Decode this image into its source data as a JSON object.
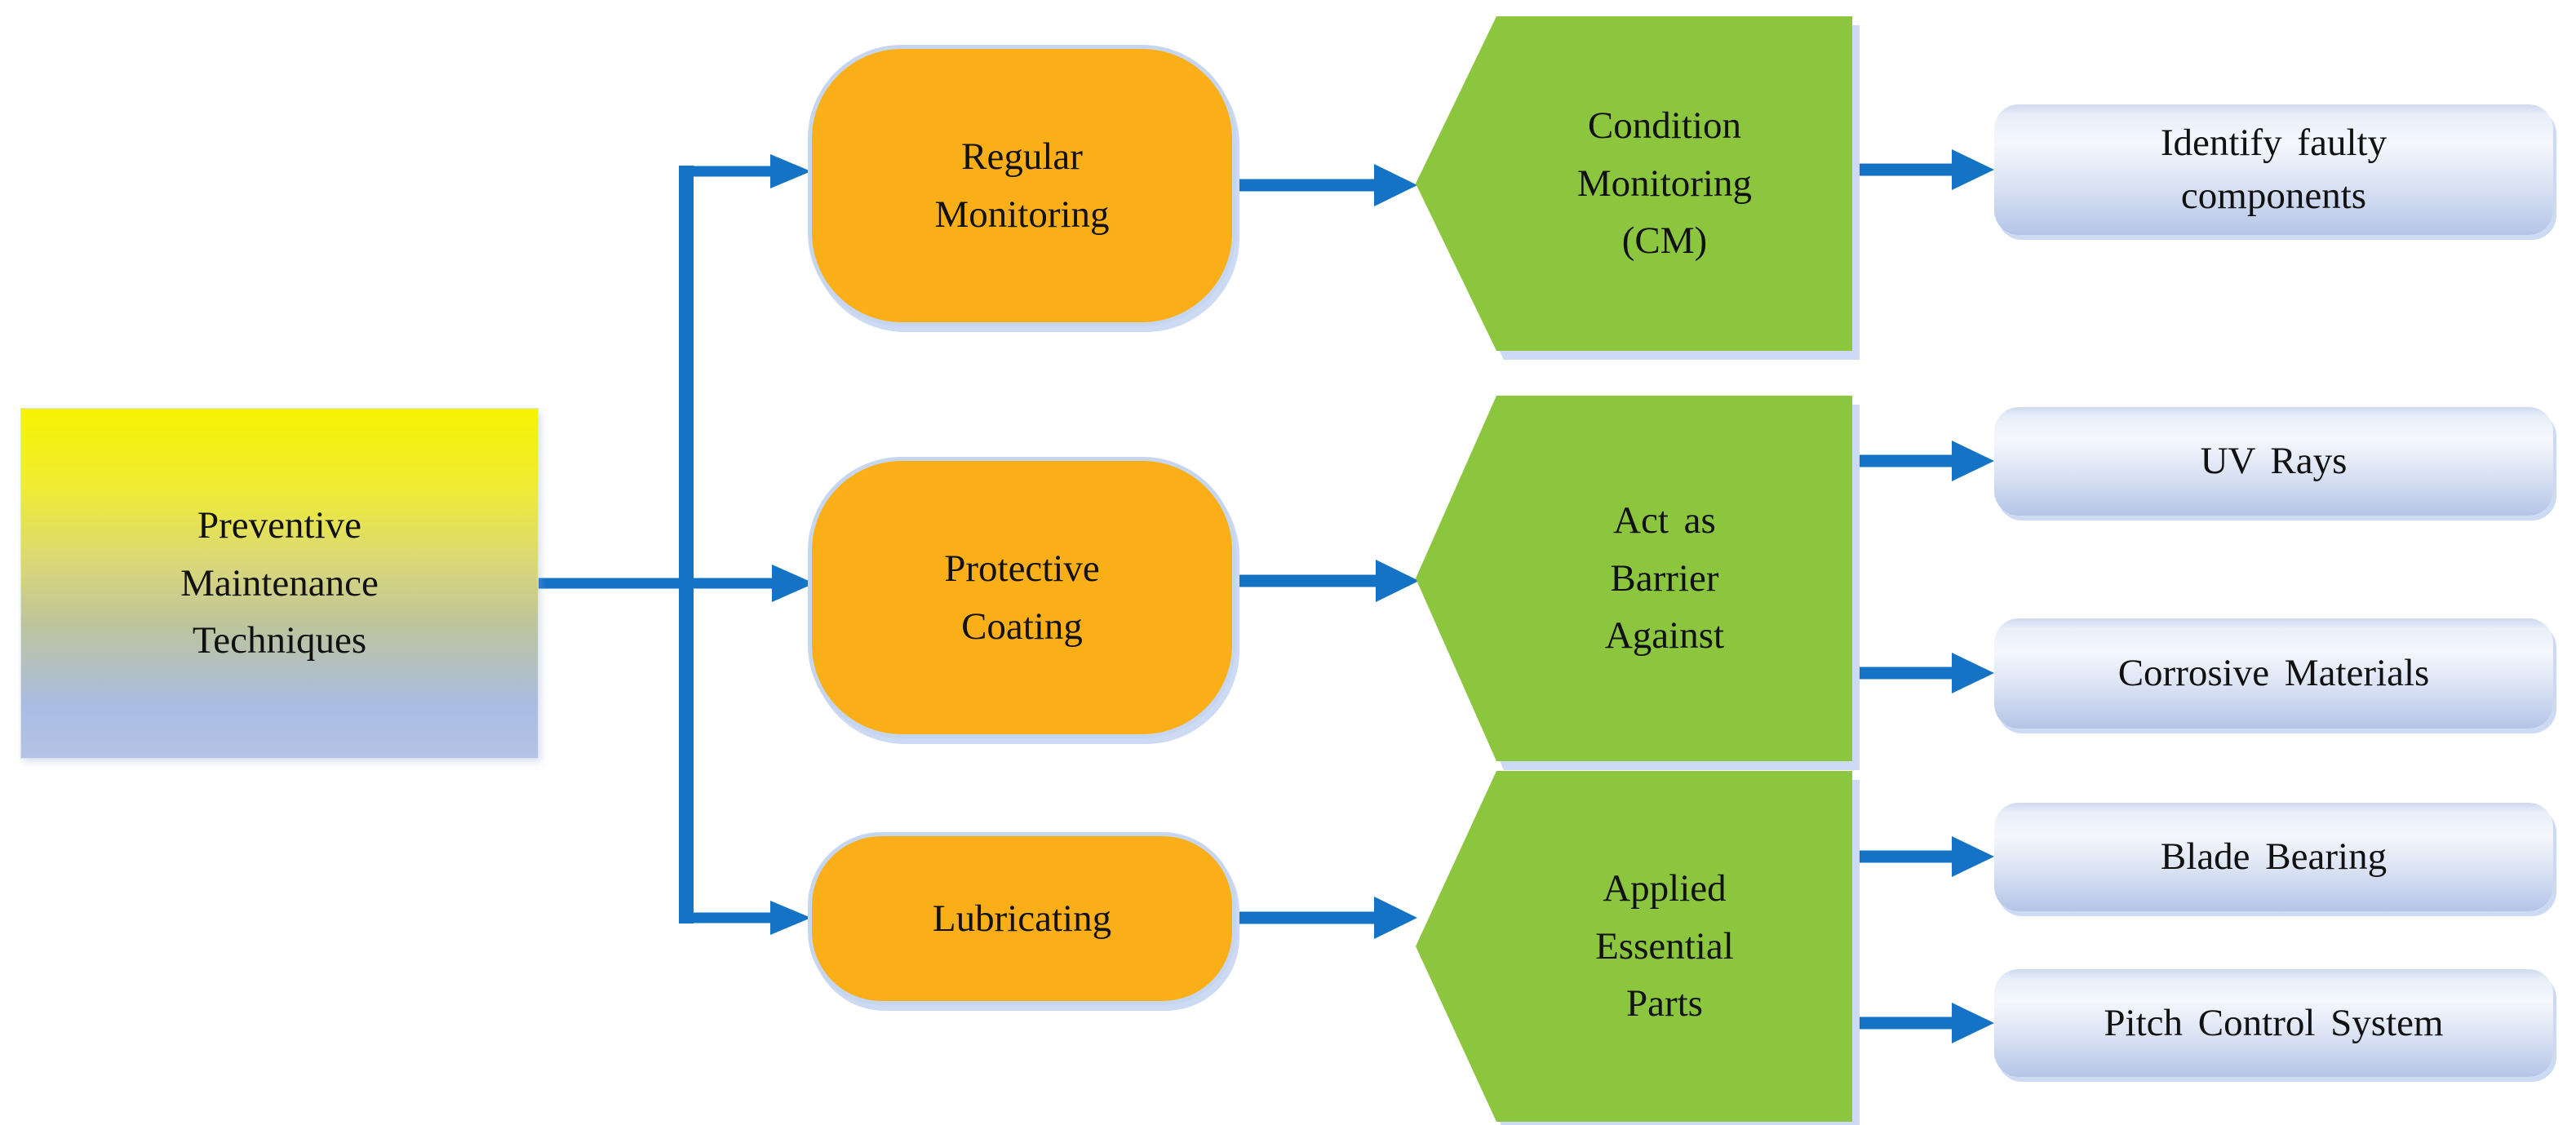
{
  "diagram_title": "Preventive Maintenance Techniques flowchart",
  "colors": {
    "arrow_blue": "#1573C5",
    "node_orange": "#FAAF18",
    "node_green": "#8CC63F",
    "shape_edge": "#C6D6F1",
    "shape_shadow": "#CCDAF4",
    "leftbox_yellow": "#F7F301",
    "leftbox_blue": "#A9BCE2",
    "bluebox_light": "#F4F7FD",
    "bluebox_dark": "#B5C5E8",
    "text": "#111111"
  },
  "nodes": {
    "preventive_maintenance": {
      "label": "Preventive\nMaintenance\nTechniques"
    },
    "regular_monitoring": {
      "label": "Regular\nMonitoring"
    },
    "protective_coating": {
      "label": "Protective\nCoating"
    },
    "lubricating": {
      "label": "Lubricating"
    },
    "condition_monitoring": {
      "label": "Condition\nMonitoring\n(CM)"
    },
    "act_as_barrier": {
      "label": "Act as\nBarrier\nAgainst"
    },
    "applied_essential_parts": {
      "label": "Applied\nEssential\nParts"
    },
    "identify_faulty_components": {
      "label": "Identify faulty\ncomponents"
    },
    "uv_rays": {
      "label": "UV Rays"
    },
    "corrosive_materials": {
      "label": "Corrosive Materials"
    },
    "blade_bearing": {
      "label": "Blade Bearing"
    },
    "pitch_control_system": {
      "label": "Pitch Control System"
    }
  },
  "edges": [
    {
      "from": "preventive_maintenance",
      "to": "regular_monitoring"
    },
    {
      "from": "preventive_maintenance",
      "to": "protective_coating"
    },
    {
      "from": "preventive_maintenance",
      "to": "lubricating"
    },
    {
      "from": "regular_monitoring",
      "to": "condition_monitoring"
    },
    {
      "from": "protective_coating",
      "to": "act_as_barrier"
    },
    {
      "from": "lubricating",
      "to": "applied_essential_parts"
    },
    {
      "from": "condition_monitoring",
      "to": "identify_faulty_components"
    },
    {
      "from": "act_as_barrier",
      "to": "uv_rays"
    },
    {
      "from": "act_as_barrier",
      "to": "corrosive_materials"
    },
    {
      "from": "applied_essential_parts",
      "to": "blade_bearing"
    },
    {
      "from": "applied_essential_parts",
      "to": "pitch_control_system"
    }
  ]
}
